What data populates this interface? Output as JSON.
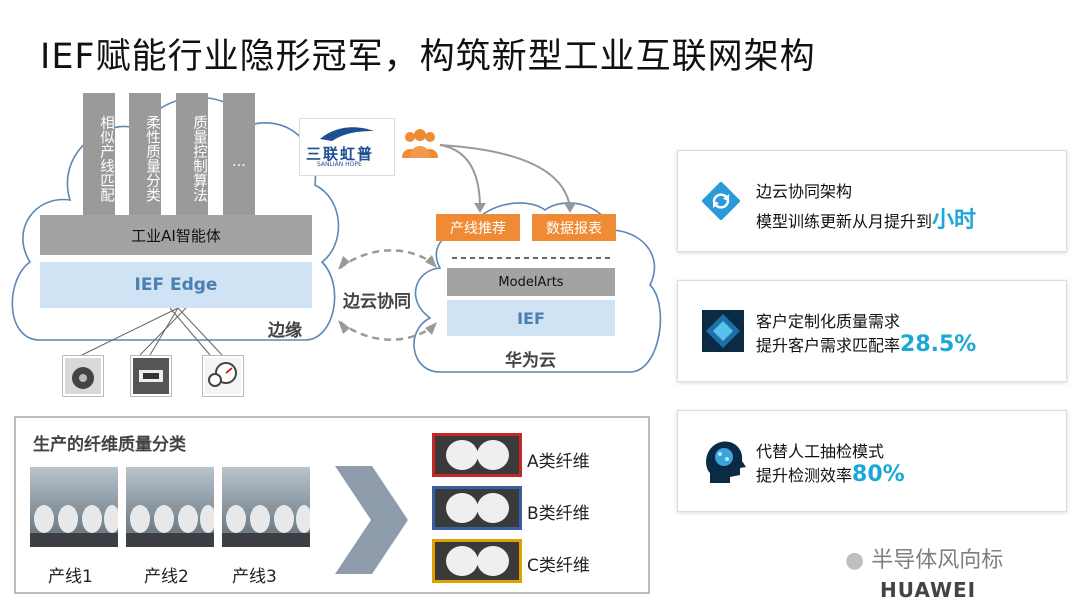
{
  "title": "IEF赋能行业隐形冠军，构筑新型工业互联网架构",
  "edge": {
    "towers": [
      "相似产线匹配",
      "柔性质量分类",
      "质量控制算法",
      "..."
    ],
    "ai_layer": "工业AI智能体",
    "ief_edge": "IEF Edge",
    "label": "边缘"
  },
  "logo": {
    "cn": "三联虹普",
    "en": "SANLIAN HOPE"
  },
  "sync_label": "边云协同",
  "cloud": {
    "tags": [
      "产线推荐",
      "数据报表"
    ],
    "modelarts": "ModelArts",
    "ief": "IEF",
    "label": "华为云"
  },
  "classification": {
    "title": "生产的纤维质量分类",
    "lines": [
      "产线1",
      "产线2",
      "产线3"
    ],
    "fibers": [
      {
        "label": "A类纤维",
        "color": "#c62828"
      },
      {
        "label": "B类纤维",
        "color": "#3a5f9e"
      },
      {
        "label": "C类纤维",
        "color": "#e0a000"
      }
    ]
  },
  "cards": [
    {
      "line1": "边云协同架构",
      "line2_prefix": "模型训练更新从月提升到",
      "line2_accent": "小时",
      "icon": "sync-icon"
    },
    {
      "line1": "客户定制化质量需求",
      "line2_prefix": "提升客户需求匹配率",
      "line2_accent": "28.5%",
      "icon": "diamond-icon"
    },
    {
      "line1": "代替人工抽检模式",
      "line2_prefix": "提升检测效率",
      "line2_accent": "80%",
      "icon": "head-brain-icon"
    }
  ],
  "colors": {
    "orange": "#ef8b34",
    "accent": "#1ba8d6",
    "ief_blue": "#cfe3f4",
    "gray": "#a3a3a3"
  },
  "watermark": {
    "text": "半导体风向标",
    "brand": "HUAWEI"
  }
}
